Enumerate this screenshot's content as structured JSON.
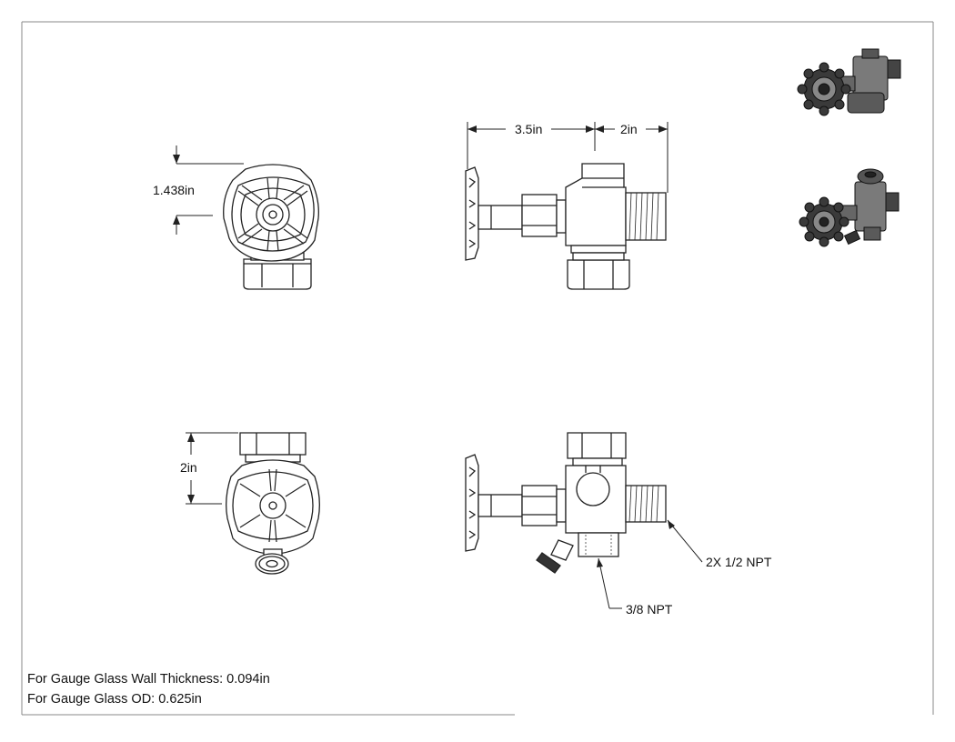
{
  "dimensions": {
    "handwheel_height": "1.438in",
    "bonnet_length": "3.5in",
    "body_length": "2in",
    "overall_height": "2in"
  },
  "callouts": {
    "connection_a": "2X 1/2 NPT",
    "connection_b": "3/8 NPT"
  },
  "notes": {
    "wall_thickness": "For Gauge Glass Wall Thickness: 0.094in",
    "outer_diameter": "For Gauge Glass OD: 0.625in"
  },
  "colors": {
    "line": "#222222",
    "fill": "#ffffff",
    "iso_dark": "#3a3a3a",
    "iso_mid": "#7a7a7a"
  }
}
